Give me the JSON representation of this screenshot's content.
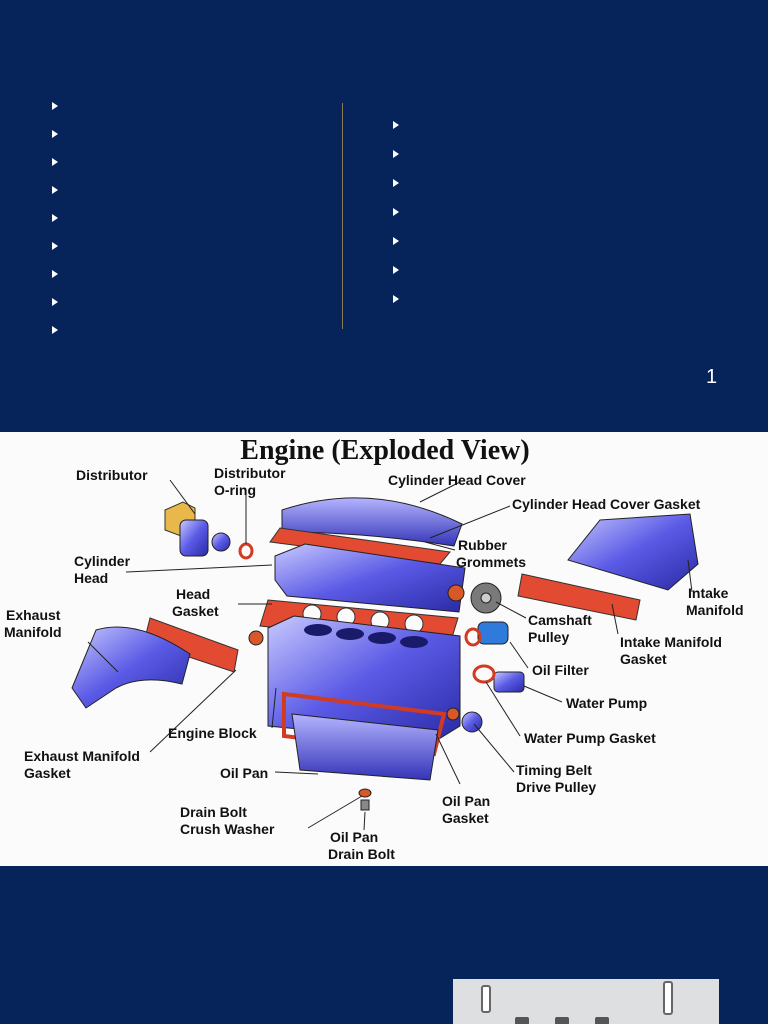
{
  "slide1": {
    "left_bullets": [
      "",
      "",
      "",
      "",
      "",
      "",
      "",
      "",
      ""
    ],
    "right_bullets": [
      "",
      "",
      "",
      "",
      "",
      "",
      ""
    ],
    "page_number": "1"
  },
  "diagram": {
    "title": "Engine (Exploded View)",
    "labels": {
      "distributor": "Distributor",
      "distributor_oring_1": "Distributor",
      "distributor_oring_2": "O-ring",
      "cyl_head_cover": "Cylinder Head Cover",
      "cyl_head_cover_gasket": "Cylinder Head Cover Gasket",
      "cylinder_head_1": "Cylinder",
      "cylinder_head_2": "Head",
      "rubber_grommets_1": "Rubber",
      "rubber_grommets_2": "Grommets",
      "head_gasket_1": "Head",
      "head_gasket_2": "Gasket",
      "exhaust_manifold_1": "Exhaust",
      "exhaust_manifold_2": "Manifold",
      "camshaft_pulley_1": "Camshaft",
      "camshaft_pulley_2": "Pulley",
      "intake_manifold_1": "Intake",
      "intake_manifold_2": "Manifold",
      "intake_manifold_gasket_1": "Intake Manifold",
      "intake_manifold_gasket_2": "Gasket",
      "oil_filter": "Oil Filter",
      "water_pump": "Water Pump",
      "engine_block": "Engine Block",
      "water_pump_gasket": "Water Pump Gasket",
      "exhaust_manifold_gasket_1": "Exhaust Manifold",
      "exhaust_manifold_gasket_2": "Gasket",
      "timing_belt_1": "Timing Belt",
      "timing_belt_2": "Drive Pulley",
      "oil_pan": "Oil Pan",
      "oil_pan_gasket_1": "Oil Pan",
      "oil_pan_gasket_2": "Gasket",
      "drain_bolt_washer_1": "Drain Bolt",
      "drain_bolt_washer_2": "Crush Washer",
      "oil_pan_drain_bolt_1": "Oil Pan",
      "oil_pan_drain_bolt_2": "Drain Bolt"
    }
  },
  "colors": {
    "background": "#07245a",
    "engine_part": "#4a4ad8",
    "gasket": "#e0412e"
  }
}
